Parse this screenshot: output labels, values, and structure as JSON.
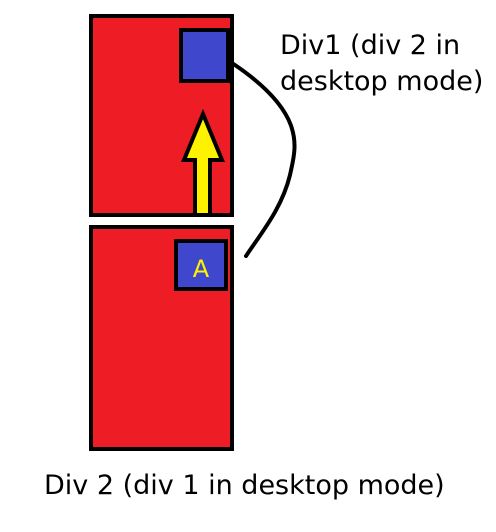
{
  "colors": {
    "box_fill": "#ee1c24",
    "box_stroke": "#000000",
    "square_fill": "#3f48cc",
    "letter_color": "#fff200",
    "arrow_fill": "#fff200",
    "connector": "#000000"
  },
  "div1": {
    "label_line1": "Div1 (div 2 in",
    "label_line2": "desktop mode)"
  },
  "div2": {
    "label": "Div 2 (div 1 in desktop mode)",
    "square_letter": "A"
  },
  "arrow": {
    "direction": "up"
  }
}
